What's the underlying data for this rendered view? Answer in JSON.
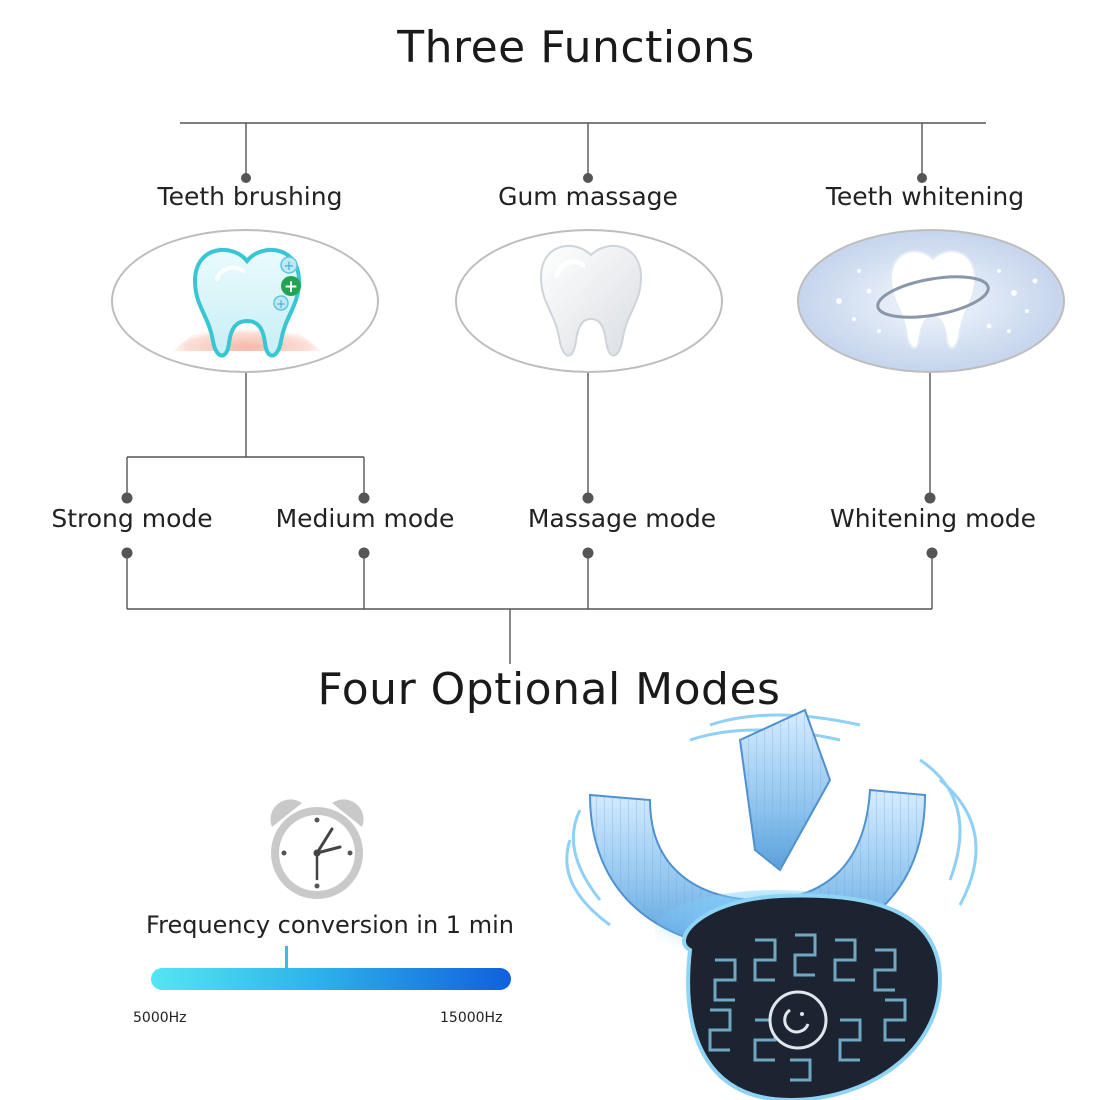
{
  "title_top": "Three Functions",
  "title_mid": "Four Optional Modes",
  "functions": [
    {
      "label": "Teeth brushing",
      "icon": "tooth-plus-icon"
    },
    {
      "label": "Gum massage",
      "icon": "tooth-icon"
    },
    {
      "label": "Teeth whitening",
      "icon": "tooth-sparkle-icon"
    }
  ],
  "modes": [
    {
      "label": "Strong mode"
    },
    {
      "label": "Medium mode"
    },
    {
      "label": "Massage mode"
    },
    {
      "label": "Whitening mode"
    }
  ],
  "frequency": {
    "caption": "Frequency conversion in 1 min",
    "min_label": "5000Hz",
    "max_label": "15000Hz",
    "clock_icon": "alarm-clock-icon"
  },
  "product": {
    "icon": "u-shaped-toothbrush-icon"
  },
  "colors": {
    "line": "#555555",
    "bar_start": "#4fe3f0",
    "bar_end": "#1160e0",
    "brush_glow": "#6fc3ff",
    "device_body": "#1b2430",
    "device_pattern": "#8fd3f5"
  }
}
